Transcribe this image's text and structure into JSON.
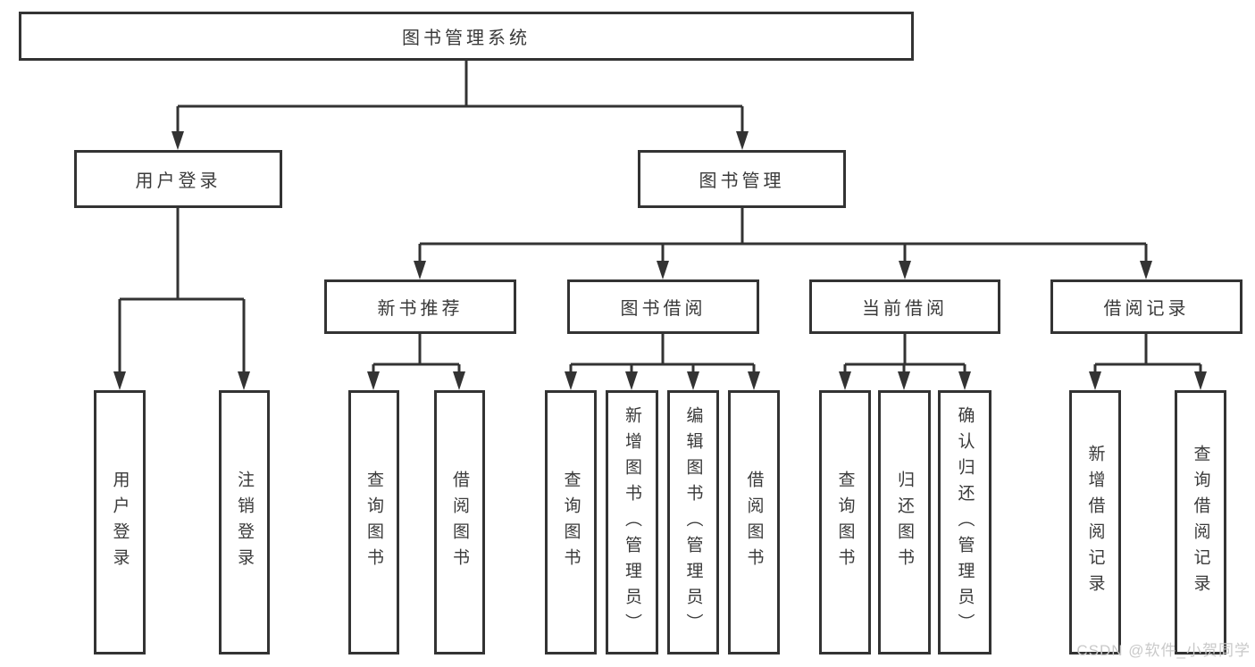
{
  "diagram": {
    "type": "tree",
    "colors": {
      "line": "#333333",
      "text": "#3a3a3a",
      "box_background": "#ffffff",
      "watermark": "#c9c9c9"
    },
    "root": {
      "label": "图书管理系统",
      "children": [
        {
          "label": "用户登录",
          "children": [
            {
              "label": "用户登录"
            },
            {
              "label": "注销登录"
            }
          ]
        },
        {
          "label": "图书管理",
          "children": [
            {
              "label": "新书推荐",
              "children": [
                {
                  "label": "查询图书"
                },
                {
                  "label": "借阅图书"
                }
              ]
            },
            {
              "label": "图书借阅",
              "children": [
                {
                  "label": "查询图书"
                },
                {
                  "label": "新增图书（管理员）"
                },
                {
                  "label": "编辑图书（管理员）"
                },
                {
                  "label": "借阅图书"
                }
              ]
            },
            {
              "label": "当前借阅",
              "children": [
                {
                  "label": "查询图书"
                },
                {
                  "label": "归还图书"
                },
                {
                  "label": "确认归还（管理员）"
                }
              ]
            },
            {
              "label": "借阅记录",
              "children": [
                {
                  "label": "新增借阅记录"
                },
                {
                  "label": "查询借阅记录"
                }
              ]
            }
          ]
        }
      ]
    }
  },
  "watermark": {
    "text": "CSDN @软件_小贺同学"
  }
}
